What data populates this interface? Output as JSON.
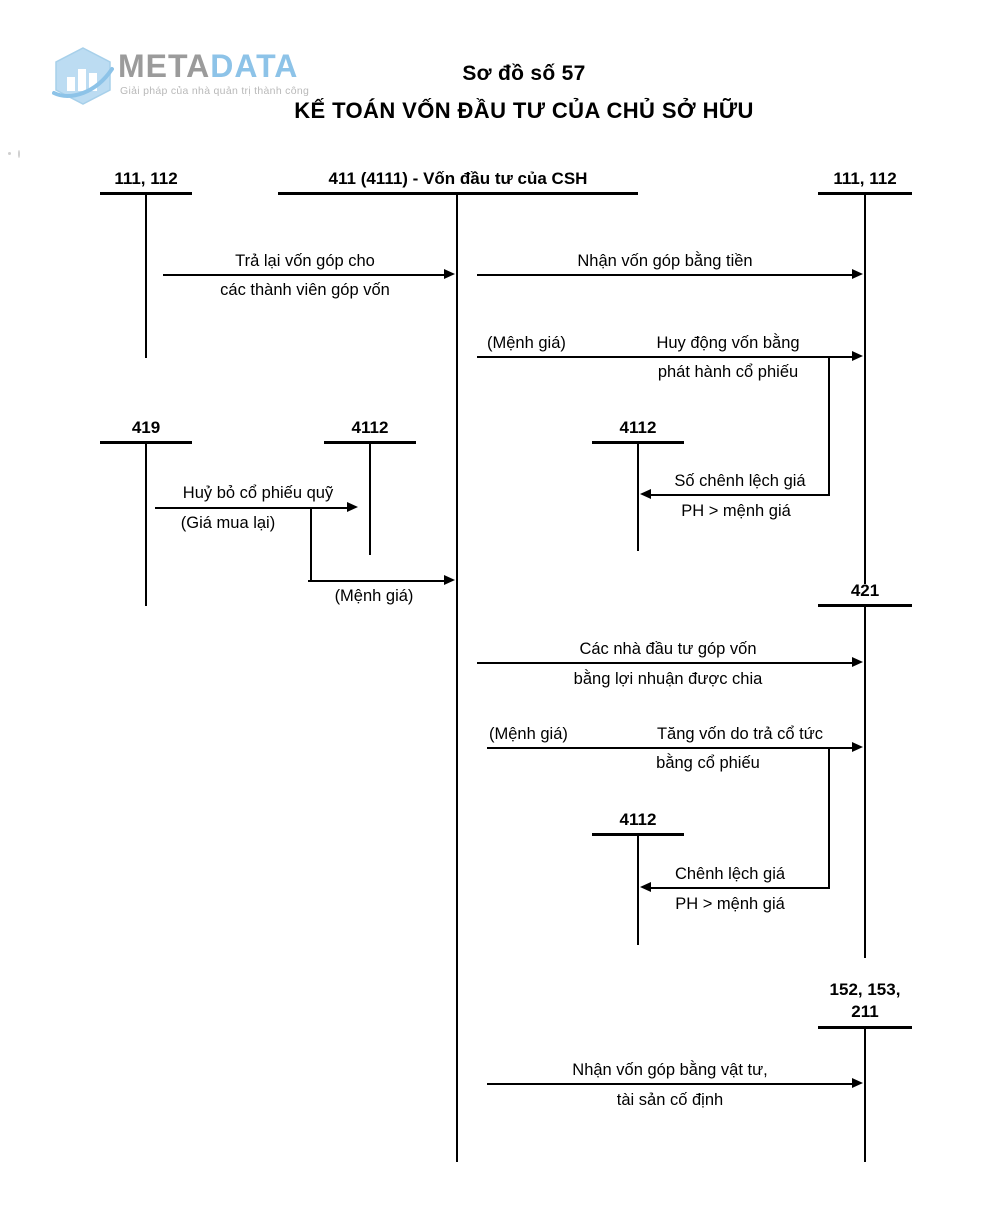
{
  "logo": {
    "name_part1": "META",
    "name_part2": "DATA",
    "tagline": "Giải pháp của nhà quản trị thành công",
    "mark_icon": "hexagon-bar-chart-icon",
    "color_gray": "#9b9b9b",
    "color_blue": "#8dc3e8"
  },
  "title": {
    "line1": "Sơ đồ số 57",
    "line2": "KẾ TOÁN VỐN ĐẦU TƯ CỦA CHỦ SỞ HỮU"
  },
  "accounts": {
    "left_cash": "111, 112",
    "center": "411 (4111) - Vốn đầu tư của CSH",
    "right_cash": "111, 112",
    "treasury_419": "419",
    "share_premium_left": "4112",
    "share_premium_right_top": "4112",
    "retained_421": "421",
    "share_premium_right_bottom": "4112",
    "assets": "152, 153,\n211",
    "assets_line1": "152, 153,",
    "assets_line2": "211"
  },
  "flows": [
    {
      "id": "f1",
      "line1": "Trả lại vốn góp cho",
      "line2": "các thành viên góp vốn",
      "direction": "right"
    },
    {
      "id": "f2",
      "line1": "Nhận vốn góp bằng tiền",
      "line2": "",
      "direction": "right"
    },
    {
      "id": "f3",
      "prefix": "(Mệnh giá)",
      "line1": "Huy động vốn bằng",
      "line2": "phát hành cổ phiếu",
      "direction": "right"
    },
    {
      "id": "f4",
      "line1": "Huỷ bỏ cổ phiếu quỹ",
      "line2": "(Giá mua lại)",
      "direction": "right"
    },
    {
      "id": "f5",
      "line1": "(Mệnh giá)",
      "line2": "",
      "direction": "right"
    },
    {
      "id": "f6",
      "line1": "Số chênh lệch giá",
      "line2": "PH > mệnh giá",
      "direction": "left"
    },
    {
      "id": "f7",
      "line1": "Các nhà đầu tư góp vốn",
      "line2": "bằng lợi nhuận được chia",
      "direction": "right"
    },
    {
      "id": "f8",
      "prefix": "(Mệnh giá)",
      "line1": "Tăng vốn do trả cổ tức",
      "line2": "bằng cổ phiếu",
      "direction": "right"
    },
    {
      "id": "f9",
      "line1": "Chênh lệch giá",
      "line2": "PH > mệnh giá",
      "direction": "left"
    },
    {
      "id": "f10",
      "line1": "Nhận vốn góp bằng vật tư,",
      "line2": "tài sản cố định",
      "direction": "right"
    }
  ]
}
